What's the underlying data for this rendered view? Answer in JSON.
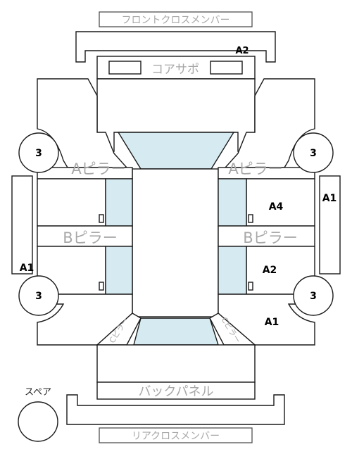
{
  "labels": {
    "front_cross_member": "フロントクロスメンバー",
    "core_support": "コアサポ",
    "a_pillar_left": "Aピラー",
    "a_pillar_right": "Aピラー",
    "b_pillar_left": "Bピラー",
    "b_pillar_right": "Bピラー",
    "back_panel": "バックパネル",
    "rear_cross_member": "リアクロスメンバー",
    "spare": "スペア",
    "c_pillar_left": "Cピラー",
    "c_pillar_right": "Cピラー"
  },
  "grades": {
    "core_support_top": "A2",
    "front_left_wheel": "3",
    "front_right_wheel": "3",
    "rear_left_wheel": "3",
    "rear_right_wheel": "3",
    "left_side_panel": "A1",
    "right_side_panel": "A1",
    "right_front_door": "A4",
    "right_rear_door": "A2",
    "right_quarter": "A1"
  },
  "colors": {
    "glass": "#d6ebf1",
    "outline": "#1a1a1a",
    "grey_text": "#a8a8a8"
  }
}
